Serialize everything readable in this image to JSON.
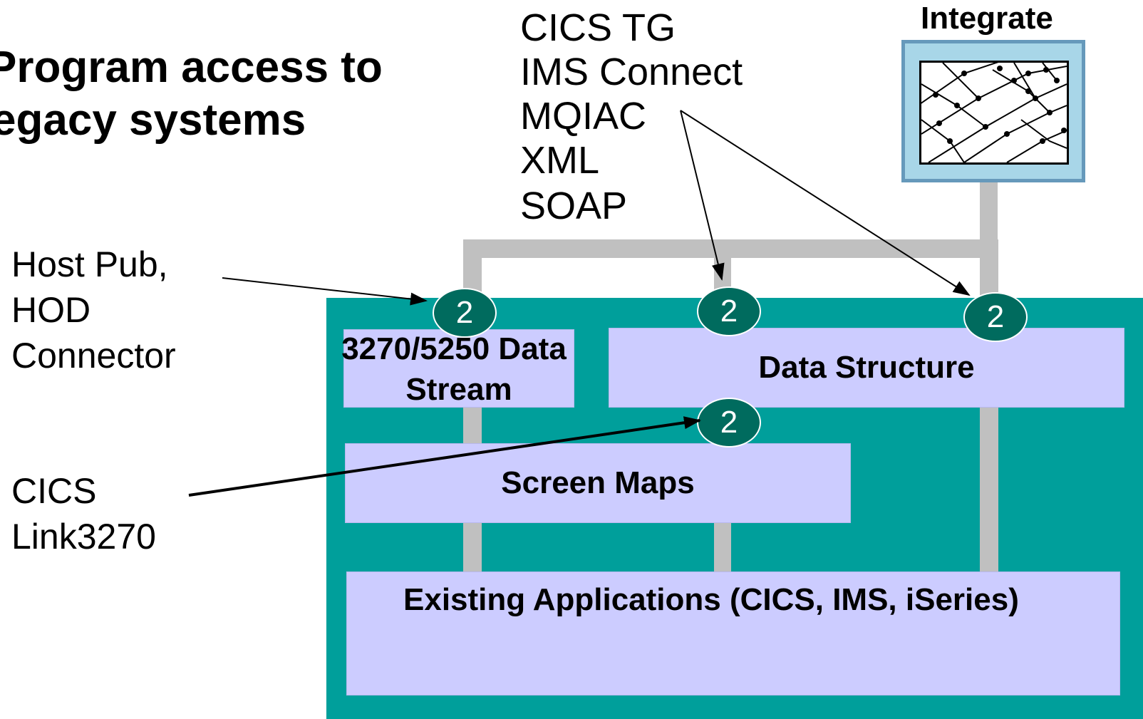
{
  "title": {
    "line1": "Program access to",
    "line2": "egacy systems"
  },
  "protocols": [
    "CICS TG",
    "IMS Connect",
    "MQIAC",
    "XML",
    "SOAP"
  ],
  "integrate": {
    "label": "Integrate",
    "icon": "network-graph-icon"
  },
  "left_labels": {
    "host_pub": [
      "Host Pub,",
      "HOD",
      "Connector"
    ],
    "cics_link": [
      "CICS",
      "Link3270"
    ]
  },
  "boxes": {
    "data_stream": [
      "3270/5250 Data",
      "Stream"
    ],
    "data_structure": "Data Structure",
    "screen_maps": "Screen Maps",
    "existing_apps": "Existing Applications  (CICS, IMS, iSeries)"
  },
  "badges": [
    "2",
    "2",
    "2",
    "2"
  ],
  "colors": {
    "panel": "#009f9b",
    "box": "#ccccff",
    "badge": "#006b5e",
    "connector_bar": "#c0c0c0",
    "integrate_frame": "#a8d6e8"
  }
}
